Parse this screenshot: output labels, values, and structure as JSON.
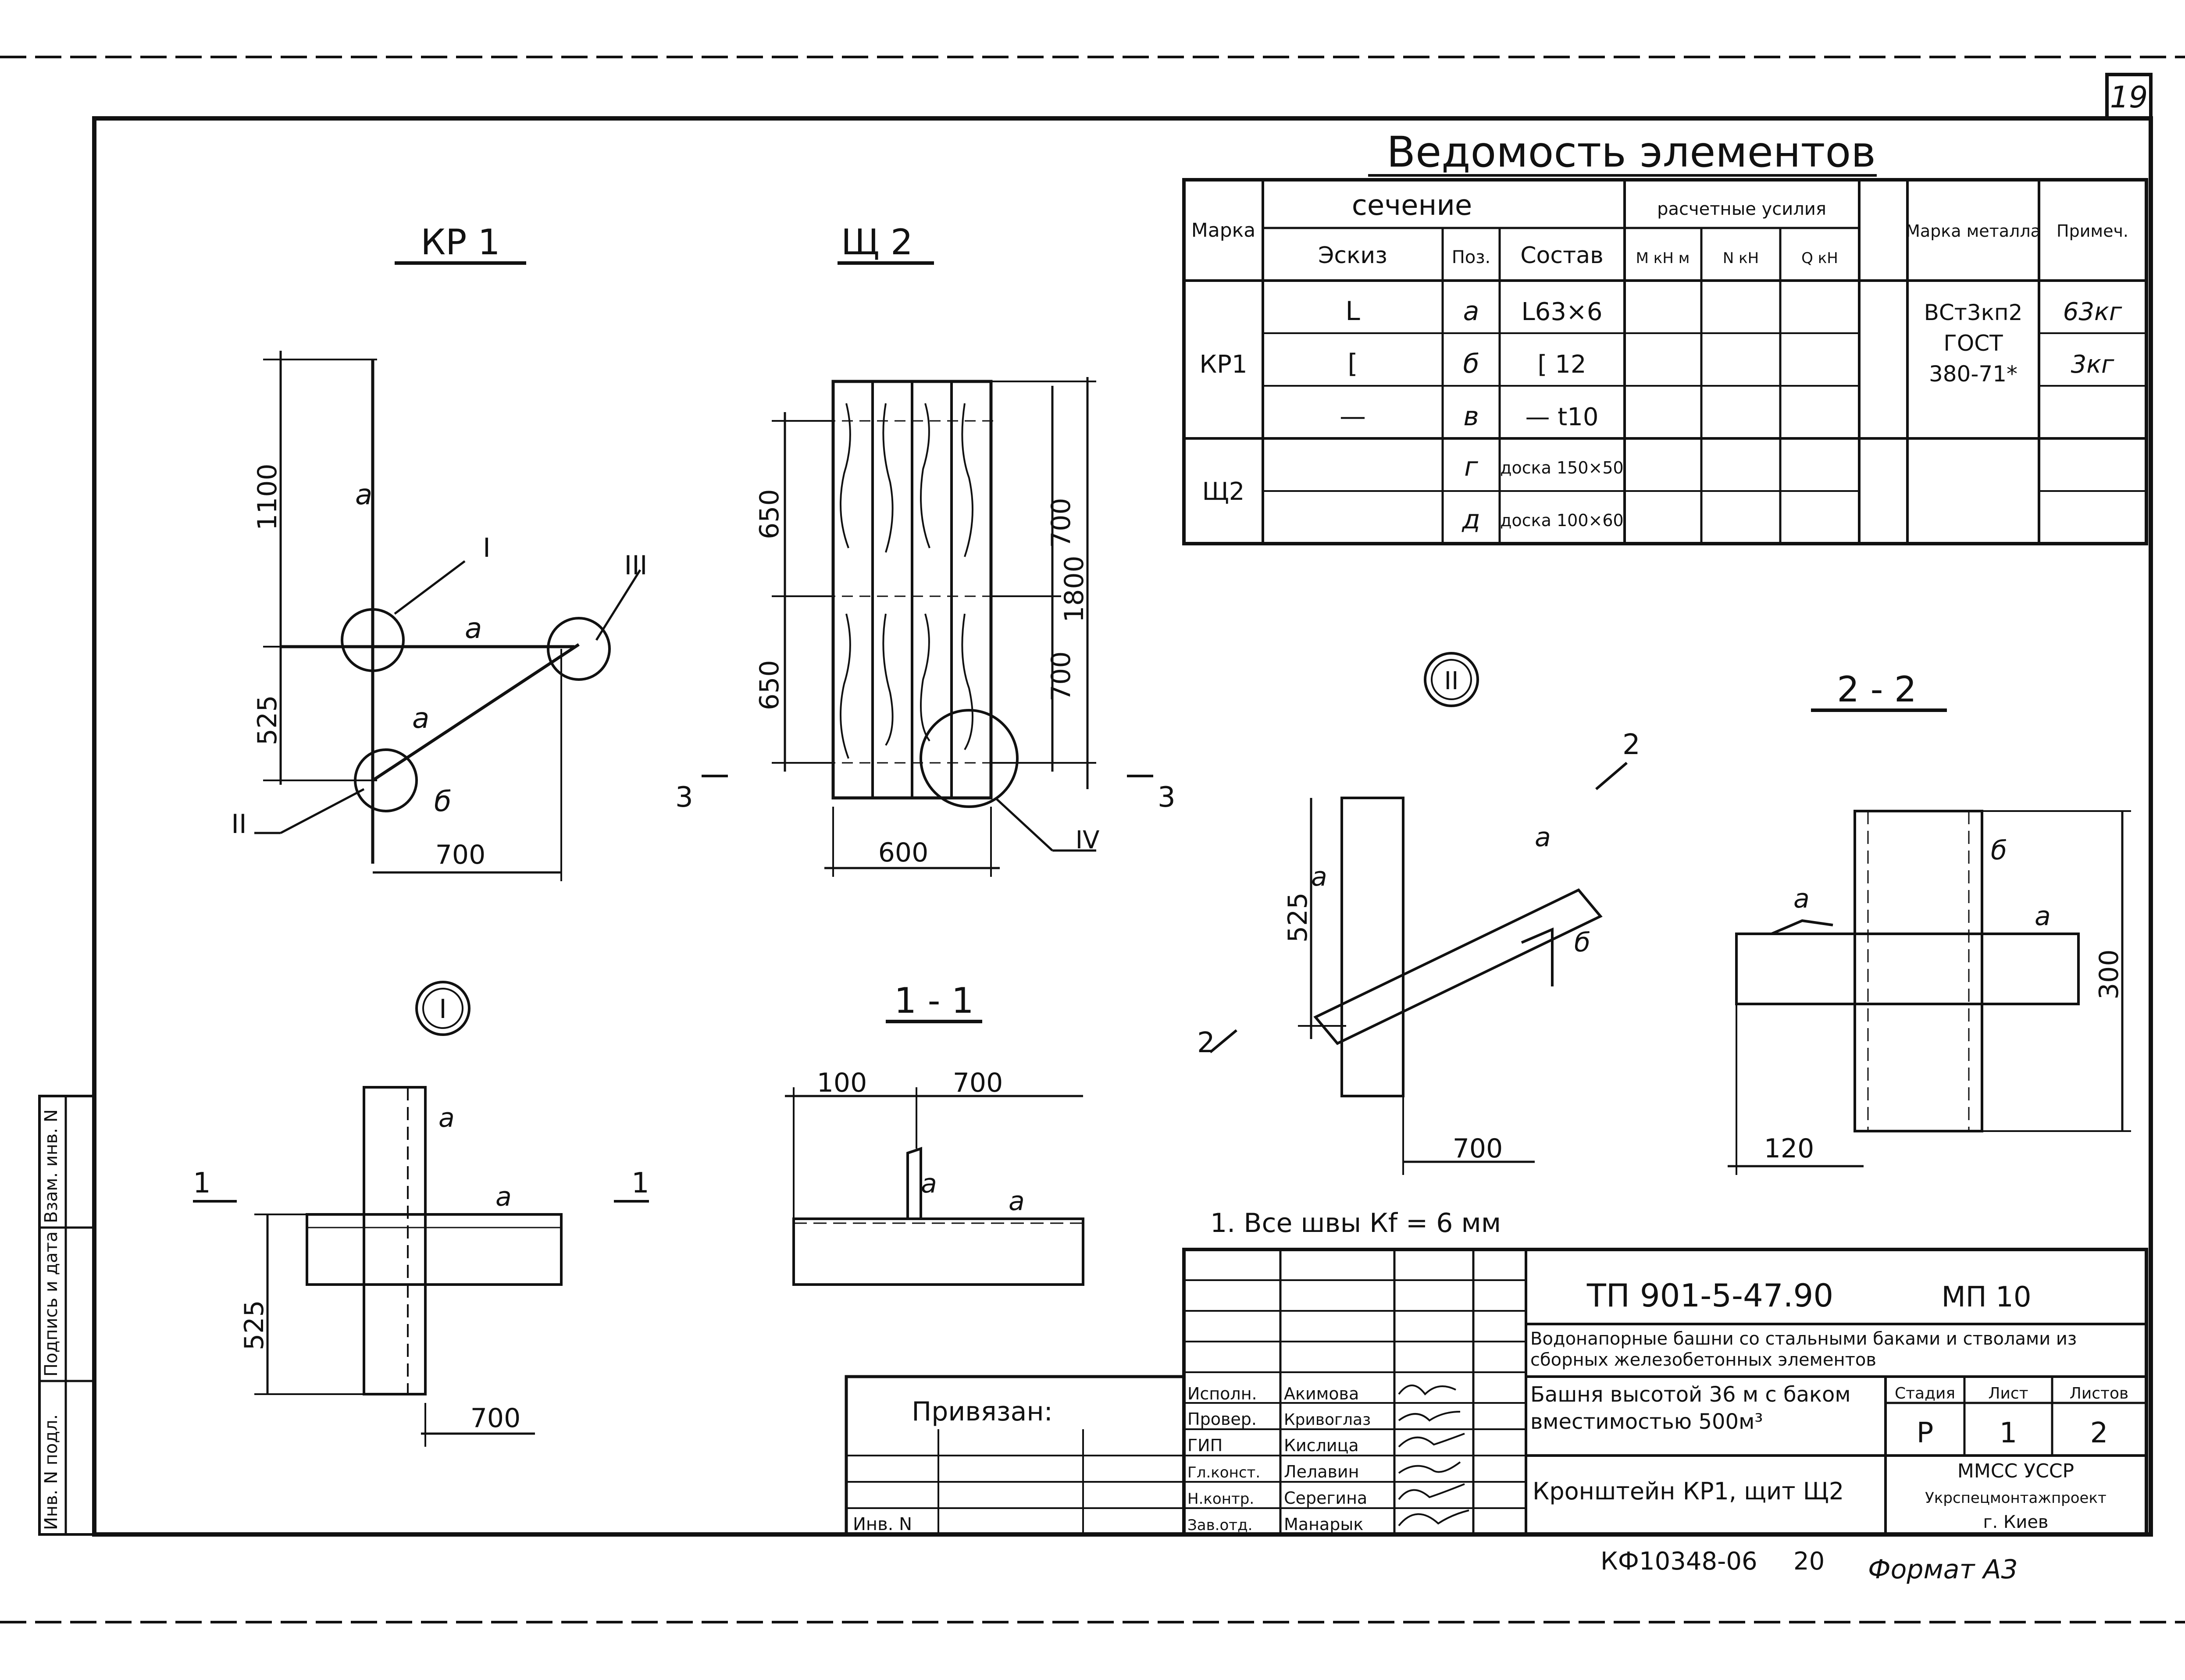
{
  "sheet": {
    "page_number": "19",
    "drawing_code": "ТП 901-5-47.90",
    "album": "МП 10",
    "archive_code": "КФ10348-06",
    "copy_number": "20",
    "format": "Формат А3"
  },
  "views": {
    "kr1": {
      "title": "КР 1",
      "dims": [
        "1100",
        "525",
        "700"
      ],
      "labels": [
        "а",
        "а",
        "а",
        "б"
      ],
      "nodes": [
        "I",
        "II",
        "III"
      ]
    },
    "sh2": {
      "title": "Щ 2",
      "dims_left": [
        "650",
        "650"
      ],
      "dims_right": [
        "700",
        "700",
        "1800"
      ],
      "dim_bottom": "600",
      "section_marks": [
        "3",
        "3"
      ],
      "node": "IV"
    },
    "node1": {
      "title": "I",
      "labels": [
        "а",
        "а"
      ],
      "cut_marks": [
        "1",
        "1"
      ],
      "dims": [
        "525",
        "700"
      ]
    },
    "section11": {
      "title": "1 - 1",
      "dims": [
        "100",
        "700"
      ],
      "labels": [
        "а",
        "а"
      ]
    },
    "node2": {
      "title": "II",
      "labels": [
        "а",
        "а",
        "б"
      ],
      "cut_marks": [
        "2",
        "2"
      ],
      "dims": [
        "525",
        "700"
      ]
    },
    "section22": {
      "title": "2 - 2",
      "labels": [
        "а",
        "а",
        "б"
      ],
      "dims": [
        "300",
        "120"
      ]
    },
    "note": "1. Все швы  Кf = 6 мм"
  },
  "schedule": {
    "title": "Ведомость элементов",
    "headers": {
      "mark": "Марка",
      "section": "сечение",
      "sketch": "Эскиз",
      "pos": "Поз.",
      "comp": "Состав",
      "forces": "расчетные усилия",
      "m": "M кН м",
      "n": "N кН",
      "q": "Q кН",
      "steel": "Марка металла",
      "note": "Примеч."
    },
    "rows": [
      {
        "mark": "КР1",
        "sketch": "L",
        "pos": "а",
        "comp": "L63×6"
      },
      {
        "mark": "",
        "sketch": "[",
        "pos": "б",
        "comp": "[ 12"
      },
      {
        "mark": "",
        "sketch": "—",
        "pos": "в",
        "comp": "— t10"
      },
      {
        "mark": "Щ2",
        "sketch": "",
        "pos": "г",
        "comp": "доска 150×50"
      },
      {
        "mark": "",
        "sketch": "",
        "pos": "д",
        "comp": "доска 100×60"
      }
    ],
    "steel_grade": [
      "ВСт3кп2",
      "ГОСТ",
      "380-71*"
    ],
    "notes": [
      "63кг",
      "3кг"
    ]
  },
  "title_block": {
    "bound_label": "Привязан:",
    "inv_label": "Инв. N",
    "roles": [
      "Исполн.",
      "Провер.",
      "ГИП",
      "Гл.конст.",
      "Н.контр.",
      "Зав.отд."
    ],
    "names": [
      "Акимова",
      "Кривоглаз",
      "Кислица",
      "Лелавин",
      "Серегина",
      "Манарык"
    ],
    "project_title": "Водонапорные башни со стальными баками и стволами из сборных железобетонных элементов",
    "object": "Башня высотой 36 м с баком вместимостью 500м³",
    "sheet_name": "Кронштейн КР1, щит Щ2",
    "stage_label": "Стадия",
    "sheet_label": "Лист",
    "sheets_label": "Листов",
    "stage": "Р",
    "sheet": "1",
    "sheets": "2",
    "org": "ММСС УССР",
    "org2": "Укрспецмонтажпроект",
    "city": "г. Киев"
  },
  "side_stamp": {
    "labels": [
      "Инв. N подл.",
      "Подпись и дата",
      "Взам. инв. N"
    ]
  }
}
